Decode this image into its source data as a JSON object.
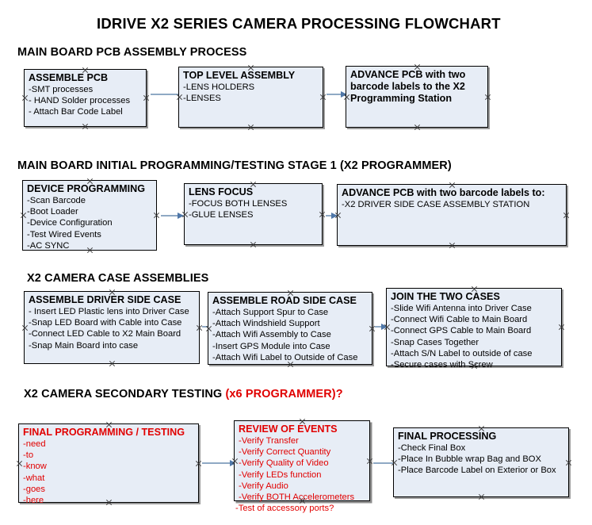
{
  "document": {
    "title": "IDRIVE X2  SERIES CAMERA PROCESSING FLOWCHART"
  },
  "colors": {
    "box_fill": "#e7edf6",
    "box_border": "#000000",
    "arrow": "#8fa9c4",
    "arrow_head": "#4f77a8",
    "red_accent": "#e10000",
    "text": "#000000"
  },
  "sections": [
    {
      "heading": "MAIN BOARD PCB ASSEMBLY PROCESS",
      "heading_suffix": "",
      "nodes": [
        {
          "title": "ASSEMBLE PCB",
          "lines": [
            "-SMT processes",
            "- HAND Solder processes",
            "- Attach Bar Code Label"
          ]
        },
        {
          "title": "TOP LEVEL ASSEMBLY",
          "lines": [
            "-LENS HOLDERS",
            "-LENSES"
          ]
        },
        {
          "title": "ADVANCE PCB with two barcode labels to the  X2 Programming Station",
          "lines": []
        }
      ]
    },
    {
      "heading": "MAIN BOARD INITIAL PROGRAMMING/TESTING STAGE 1 (X2 PROGRAMMER)",
      "heading_suffix": "",
      "nodes": [
        {
          "title": "DEVICE PROGRAMMING",
          "lines": [
            "-Scan Barcode",
            "-Boot Loader",
            "-Device Configuration",
            "-Test Wired Events",
            "-AC SYNC"
          ]
        },
        {
          "title": "LENS FOCUS",
          "lines": [
            "-FOCUS BOTH LENSES",
            "-GLUE LENSES"
          ]
        },
        {
          "title": "ADVANCE PCB with two barcode labels to:",
          "lines": [
            "-X2 DRIVER  SIDE  CASE  ASSEMBLY STATION"
          ]
        }
      ]
    },
    {
      "heading": "X2 CAMERA CASE ASSEMBLIES",
      "heading_suffix": "",
      "nodes": [
        {
          "title": "ASSEMBLE DRIVER SIDE CASE",
          "lines": [
            "- Insert LED Plastic lens into Driver Case",
            "-Snap LED Board with Cable into Case",
            "-Connect LED Cable to X2 Main Board",
            "-Snap Main Board into case"
          ]
        },
        {
          "title": "ASSEMBLE ROAD SIDE CASE",
          "lines": [
            "-Attach Support Spur to Case",
            "-Attach Windshield Support",
            "-Attach Wifi Assembly to Case",
            "-Insert GPS Module into Case",
            "-Attach Wifi Label to Outside of Case"
          ]
        },
        {
          "title": "JOIN THE TWO CASES",
          "lines": [
            "-Slide Wifi Antenna into Driver Case",
            "-Connect Wifi Cable to Main Board",
            "-Connect GPS Cable to Main Board",
            "-Snap Cases Together",
            "-Attach S/N Label to outside of case",
            "-Secure cases with Screw"
          ]
        }
      ]
    },
    {
      "heading": "X2 CAMERA SECONDARY TESTING ",
      "heading_suffix": "(x6 PROGRAMMER)?",
      "nodes": [
        {
          "title": "FINAL PROGRAMMING / TESTING",
          "lines": [
            "-need",
            "-to",
            "-know",
            "-what",
            "-goes",
            "-here"
          ]
        },
        {
          "title": "REVIEW OF EVENTS",
          "lines": [
            "-Verify Transfer",
            "-Verify Correct Quantity",
            "-Verify Quality of Video",
            "-Verify LEDs function",
            "-Verify Audio",
            "-Verify BOTH Accelerometers",
            "-Test of accessory ports?"
          ]
        },
        {
          "title": "FINAL PROCESSING",
          "lines": [
            " -Check Final Box",
            "-Place In Bubble wrap Bag and BOX",
            "-Place Barcode Label on Exterior or Box"
          ]
        }
      ]
    }
  ]
}
